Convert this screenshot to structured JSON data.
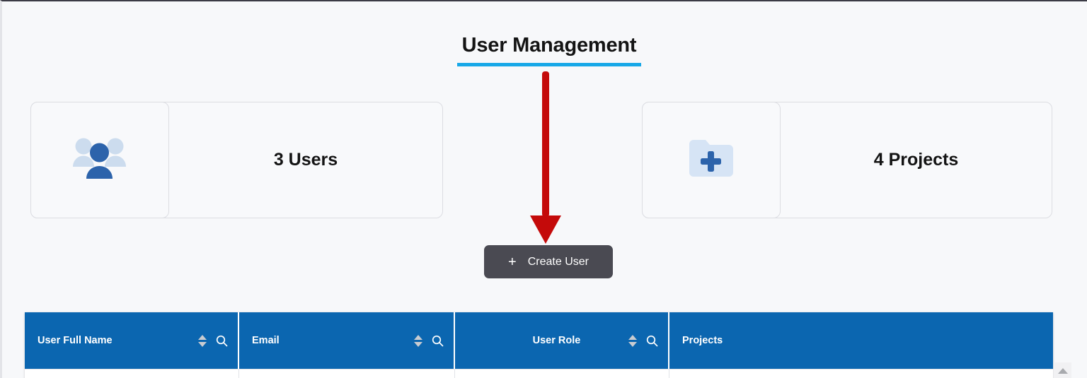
{
  "header": {
    "title": "User Management",
    "underline_color": "#17a8e8"
  },
  "stats": [
    {
      "id": "users",
      "icon": "users-group-icon",
      "label": "3 Users",
      "count": 3,
      "noun": "Users",
      "icon_primary_color": "#2c63ab",
      "icon_secondary_color": "#ccdcee"
    },
    {
      "id": "projects",
      "icon": "folder-plus-icon",
      "label": "4 Projects",
      "count": 4,
      "noun": "Projects",
      "icon_primary_color": "#2c63ab",
      "icon_secondary_color": "#d6e4f5"
    }
  ],
  "actions": {
    "create_user": {
      "label": "Create User",
      "icon": "plus-icon",
      "background_color": "#4a4a52",
      "text_color": "#ffffff"
    }
  },
  "annotation": {
    "type": "arrow-down",
    "color": "#c40a0a",
    "points_to": "Create User"
  },
  "table": {
    "header_background": "#0b66b0",
    "header_text_color": "#ffffff",
    "columns": [
      {
        "label": "User Full Name",
        "sortable": true,
        "searchable": true
      },
      {
        "label": "Email",
        "sortable": true,
        "searchable": true
      },
      {
        "label": "User Role",
        "sortable": true,
        "searchable": true
      },
      {
        "label": "Projects",
        "sortable": false,
        "searchable": false
      }
    ],
    "rows": []
  },
  "scrollbar": {
    "up_arrow_icon": "triangle-up-icon"
  }
}
